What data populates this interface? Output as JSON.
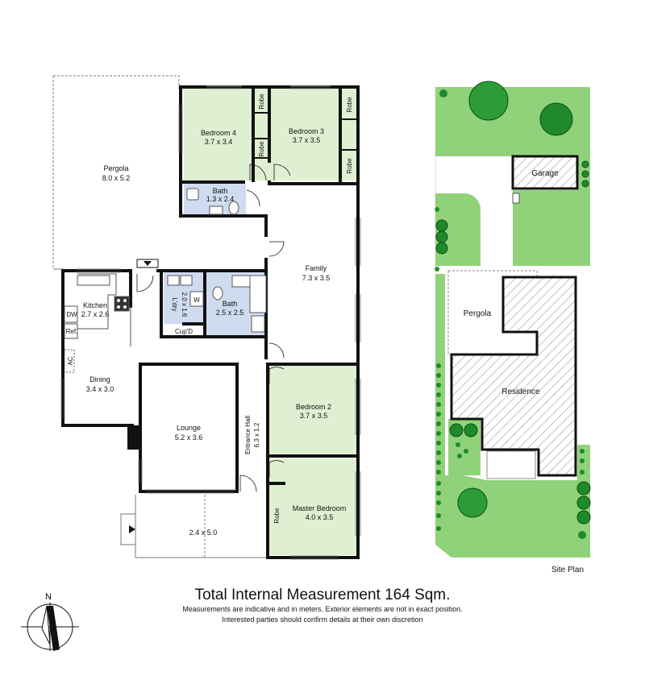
{
  "floor_plan": {
    "rooms": {
      "pergola": {
        "name": "Pergola",
        "size": "8.0 x 5.2"
      },
      "bedroom4": {
        "name": "Bedroom 4",
        "size": "3.7 x 3.4"
      },
      "bedroom3": {
        "name": "Bedroom 3",
        "size": "3.7 x 3.5"
      },
      "bath1": {
        "name": "Bath",
        "size": "1.3 x 2.4"
      },
      "family": {
        "name": "Family",
        "size": "7.3 x 3.5"
      },
      "kitchen": {
        "name": "Kitchen",
        "size": "2.7 x 2.6"
      },
      "laundry": {
        "name": "L'dry",
        "size": "2.0 x 1.6"
      },
      "bath2": {
        "name": "Bath",
        "size": "2.5 x 2.5"
      },
      "dining": {
        "name": "Dining",
        "size": "3.4 x 3.0"
      },
      "lounge": {
        "name": "Lounge",
        "size": "5.2 x 3.6"
      },
      "entrance": {
        "name": "Entrance Hall",
        "size": "6.3 x 1.2"
      },
      "bedroom2": {
        "name": "Bedroom 2",
        "size": "3.7 x 3.5"
      },
      "master": {
        "name": "Master Bedroom",
        "size": "4.0 x 3.5"
      },
      "carport": {
        "size": "2.4 x 5.0"
      }
    },
    "fixtures": {
      "robe": "Robe",
      "dw": "DW",
      "ref": "Ref.",
      "ac": "AC",
      "cupd": "Cup'D",
      "washer": "W"
    },
    "compass": "N"
  },
  "site_plan": {
    "title": "Site Plan",
    "garage": "Garage",
    "pergola": "Pergola",
    "residence": "Residence"
  },
  "footer": {
    "title": "Total Internal Measurement 164 Sqm.",
    "note1": "Measurements are indicative and in meters. Exterior elements are not in exact position.",
    "note2": "Interested parties should confirm details at their own discretion"
  },
  "colors": {
    "bedroom": "#dff0d2",
    "wet_area": "#cfdcf0",
    "grass": "#90d27a",
    "tree": "#1f8a2b",
    "wall": "#111111"
  }
}
